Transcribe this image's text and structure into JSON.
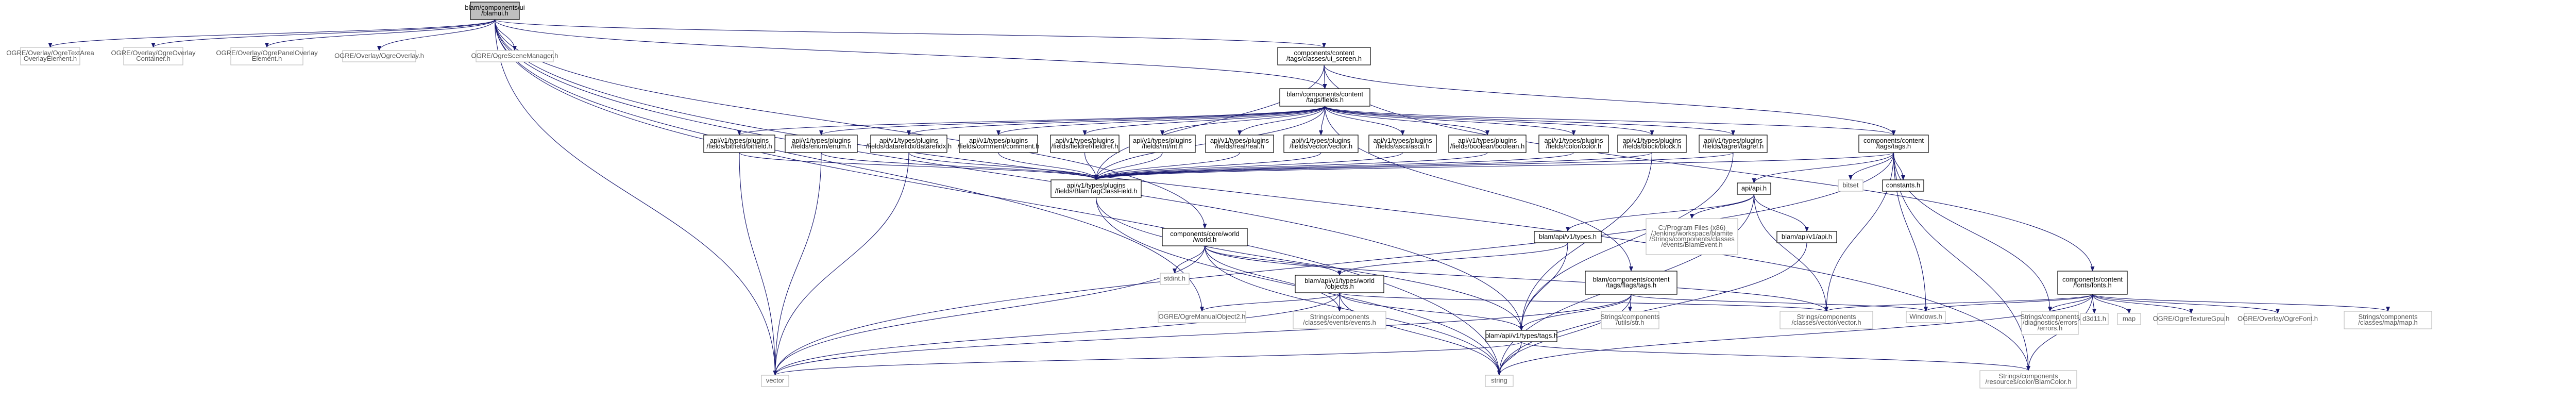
{
  "title": "blam/components/ui/blamui.h",
  "colors": {
    "edge": "#191970",
    "root_fill": "#bfbfbf",
    "gray_border": "#bfbfbf",
    "node_border": "#000000"
  },
  "nodes": [
    {
      "id": "root",
      "lines": [
        "blam/components/ui",
        "/blamui.h"
      ],
      "style": "root"
    },
    {
      "id": "ogre_textarea",
      "lines": [
        "OGRE/Overlay/OgreTextArea",
        "OverlayElement.h"
      ],
      "style": "gray"
    },
    {
      "id": "ogre_container",
      "lines": [
        "OGRE/Overlay/OgreOverlay",
        "Container.h"
      ],
      "style": "gray"
    },
    {
      "id": "ogre_panel",
      "lines": [
        "OGRE/Overlay/OgrePanelOverlay",
        "Element.h"
      ],
      "style": "gray"
    },
    {
      "id": "ogre_overlay",
      "lines": [
        "OGRE/Overlay/OgreOverlay.h"
      ],
      "style": "gray"
    },
    {
      "id": "ogre_scenemgr",
      "lines": [
        "OGRE/OgreSceneManager.h"
      ],
      "style": "gray"
    },
    {
      "id": "ui_screen",
      "lines": [
        "components/content",
        "/tags/classes/ui_screen.h"
      ],
      "style": "black"
    },
    {
      "id": "fields",
      "lines": [
        "blam/components/content",
        "/tags/fields.h"
      ],
      "style": "black"
    },
    {
      "id": "bitfield",
      "lines": [
        "api/v1/types/plugins",
        "/fields/bitfield/bitfield.h"
      ],
      "style": "black"
    },
    {
      "id": "enum",
      "lines": [
        "api/v1/types/plugins",
        "/fields/enum/enum.h"
      ],
      "style": "black"
    },
    {
      "id": "datarefidx",
      "lines": [
        "api/v1/types/plugins",
        "/fields/datarefidx/datarefidx.h"
      ],
      "style": "black"
    },
    {
      "id": "comment",
      "lines": [
        "api/v1/types/plugins",
        "/fields/comment/comment.h"
      ],
      "style": "black"
    },
    {
      "id": "fieldref",
      "lines": [
        "api/v1/types/plugins",
        "/fields/fieldref/fieldref.h"
      ],
      "style": "black"
    },
    {
      "id": "int",
      "lines": [
        "api/v1/types/plugins",
        "/fields/int/int.h"
      ],
      "style": "black"
    },
    {
      "id": "real",
      "lines": [
        "api/v1/types/plugins",
        "/fields/real/real.h"
      ],
      "style": "black"
    },
    {
      "id": "vector",
      "lines": [
        "api/v1/types/plugins",
        "/fields/vector/vector.h"
      ],
      "style": "black"
    },
    {
      "id": "ascii",
      "lines": [
        "api/v1/types/plugins",
        "/fields/ascii/ascii.h"
      ],
      "style": "black"
    },
    {
      "id": "boolean",
      "lines": [
        "api/v1/types/plugins",
        "/fields/boolean/boolean.h"
      ],
      "style": "black"
    },
    {
      "id": "color",
      "lines": [
        "api/v1/types/plugins",
        "/fields/color/color.h"
      ],
      "style": "black"
    },
    {
      "id": "block",
      "lines": [
        "api/v1/types/plugins",
        "/fields/block/block.h"
      ],
      "style": "black"
    },
    {
      "id": "tagref",
      "lines": [
        "api/v1/types/plugins",
        "/fields/tagref/tagref.h"
      ],
      "style": "black"
    },
    {
      "id": "tags_h",
      "lines": [
        "components/content",
        "/tags/tags.h"
      ],
      "style": "black"
    },
    {
      "id": "blamtagclassfield",
      "lines": [
        "api/v1/types/plugins",
        "/fields/BlamTagClassField.h"
      ],
      "style": "black"
    },
    {
      "id": "bitset",
      "lines": [
        "bitset"
      ],
      "style": "gray"
    },
    {
      "id": "constants",
      "lines": [
        "constants.h"
      ],
      "style": "black"
    },
    {
      "id": "api_h",
      "lines": [
        "api/api.h"
      ],
      "style": "black"
    },
    {
      "id": "world",
      "lines": [
        "components/core/world",
        "/world.h"
      ],
      "style": "black"
    },
    {
      "id": "types_h",
      "lines": [
        "blam/api/v1/types.h"
      ],
      "style": "black"
    },
    {
      "id": "blamevent",
      "lines": [
        "C:/Program Files (x86)",
        "/Jenkins/workspace/blamite",
        "/Strings/components/classes",
        "/events/BlamEvent.h"
      ],
      "style": "gray"
    },
    {
      "id": "rtapi",
      "lines": [
        "blam/api/v1/api.h"
      ],
      "style": "black"
    },
    {
      "id": "stdint",
      "lines": [
        "stdint.h"
      ],
      "style": "gray"
    },
    {
      "id": "objects",
      "lines": [
        "blam/api/v1/types/world",
        "/objects.h"
      ],
      "style": "black"
    },
    {
      "id": "taglocs",
      "lines": [
        "blam/components/content",
        "/tags/flags/tags.h"
      ],
      "style": "black"
    },
    {
      "id": "fonts",
      "lines": [
        "components/content",
        "/fonts/fonts.h"
      ],
      "style": "black"
    },
    {
      "id": "manualobj",
      "lines": [
        "OGRE/OgreManualObject2.h"
      ],
      "style": "gray"
    },
    {
      "id": "events",
      "lines": [
        "Strings/components",
        "/classes/events/events.h"
      ],
      "style": "gray"
    },
    {
      "id": "api_tags",
      "lines": [
        "blam/api/v1/types/tags.h"
      ],
      "style": "black"
    },
    {
      "id": "utilstr",
      "lines": [
        "Strings/components",
        "/utils/str.h"
      ],
      "style": "gray"
    },
    {
      "id": "vectorh",
      "lines": [
        "Strings/components",
        "/classes/vector/vector.h"
      ],
      "style": "gray"
    },
    {
      "id": "windows",
      "lines": [
        "Windows.h"
      ],
      "style": "gray"
    },
    {
      "id": "diag",
      "lines": [
        "Strings/components",
        "/diagnostics/errors",
        "/errors.h"
      ],
      "style": "gray"
    },
    {
      "id": "d3d",
      "lines": [
        "d3d11.h"
      ],
      "style": "gray"
    },
    {
      "id": "map",
      "lines": [
        "map"
      ],
      "style": "gray"
    },
    {
      "id": "ogretex",
      "lines": [
        "OGRE/OgreTextureGpu.h"
      ],
      "style": "gray"
    },
    {
      "id": "ogrefont",
      "lines": [
        "OGRE/Overlay/OgreFont.h"
      ],
      "style": "gray"
    },
    {
      "id": "maph",
      "lines": [
        "Strings/components",
        "/classes/map/map.h"
      ],
      "style": "gray"
    },
    {
      "id": "vectorstd",
      "lines": [
        "vector"
      ],
      "style": "gray"
    },
    {
      "id": "string",
      "lines": [
        "string"
      ],
      "style": "gray"
    },
    {
      "id": "blamcolor",
      "lines": [
        "Strings/components",
        "/resources/color/BlamColor.h"
      ],
      "style": "gray"
    }
  ],
  "edges": [
    [
      "root",
      "ogre_textarea"
    ],
    [
      "root",
      "ogre_container"
    ],
    [
      "root",
      "ogre_panel"
    ],
    [
      "root",
      "ogre_overlay"
    ],
    [
      "root",
      "ogre_scenemgr"
    ],
    [
      "root",
      "ui_screen"
    ],
    [
      "root",
      "fields"
    ],
    [
      "root",
      "world"
    ],
    [
      "root",
      "vectorstd"
    ],
    [
      "root",
      "manualobj"
    ],
    [
      "root",
      "blamcolor"
    ],
    [
      "root",
      "api_tags"
    ],
    [
      "root",
      "string"
    ],
    [
      "ui_screen",
      "fields"
    ],
    [
      "ui_screen",
      "tags_h"
    ],
    [
      "ui_screen",
      "fonts"
    ],
    [
      "ui_screen",
      "blamtagclassfield"
    ],
    [
      "fields",
      "bitfield"
    ],
    [
      "fields",
      "enum"
    ],
    [
      "fields",
      "datarefidx"
    ],
    [
      "fields",
      "comment"
    ],
    [
      "fields",
      "fieldref"
    ],
    [
      "fields",
      "int"
    ],
    [
      "fields",
      "real"
    ],
    [
      "fields",
      "vector"
    ],
    [
      "fields",
      "ascii"
    ],
    [
      "fields",
      "boolean"
    ],
    [
      "fields",
      "color"
    ],
    [
      "fields",
      "block"
    ],
    [
      "fields",
      "tagref"
    ],
    [
      "fields",
      "tags_h"
    ],
    [
      "fields",
      "blamtagclassfield"
    ],
    [
      "fields",
      "taglocs"
    ],
    [
      "bitfield",
      "blamtagclassfield"
    ],
    [
      "bitfield",
      "vectorstd"
    ],
    [
      "enum",
      "blamtagclassfield"
    ],
    [
      "enum",
      "vectorstd"
    ],
    [
      "datarefidx",
      "blamtagclassfield"
    ],
    [
      "datarefidx",
      "vectorstd"
    ],
    [
      "comment",
      "blamtagclassfield"
    ],
    [
      "fieldref",
      "blamtagclassfield"
    ],
    [
      "int",
      "blamtagclassfield"
    ],
    [
      "real",
      "blamtagclassfield"
    ],
    [
      "vector",
      "blamtagclassfield"
    ],
    [
      "ascii",
      "blamtagclassfield"
    ],
    [
      "boolean",
      "blamtagclassfield"
    ],
    [
      "color",
      "blamtagclassfield"
    ],
    [
      "block",
      "blamtagclassfield"
    ],
    [
      "block",
      "api_tags"
    ],
    [
      "tagref",
      "blamtagclassfield"
    ],
    [
      "tagref",
      "api_tags"
    ],
    [
      "blamtagclassfield",
      "string"
    ],
    [
      "blamtagclassfield",
      "api_tags"
    ],
    [
      "tags_h",
      "bitset"
    ],
    [
      "tags_h",
      "constants"
    ],
    [
      "tags_h",
      "api_h"
    ],
    [
      "tags_h",
      "windows"
    ],
    [
      "tags_h",
      "diag"
    ],
    [
      "tags_h",
      "vectorh"
    ],
    [
      "tags_h",
      "blamcolor"
    ],
    [
      "tags_h",
      "vectorstd"
    ],
    [
      "tags_h",
      "blamtagclassfield"
    ],
    [
      "api_h",
      "types_h"
    ],
    [
      "api_h",
      "blamevent"
    ],
    [
      "api_h",
      "rtapi"
    ],
    [
      "api_h",
      "string"
    ],
    [
      "api_h",
      "vectorh"
    ],
    [
      "world",
      "stdint"
    ],
    [
      "world",
      "objects"
    ],
    [
      "world",
      "events"
    ],
    [
      "world",
      "vectorstd"
    ],
    [
      "world",
      "string"
    ],
    [
      "world",
      "vectorh"
    ],
    [
      "types_h",
      "objects"
    ],
    [
      "types_h",
      "api_tags"
    ],
    [
      "rtapi",
      "string"
    ],
    [
      "objects",
      "manualobj"
    ],
    [
      "objects",
      "events"
    ],
    [
      "objects",
      "api_tags"
    ],
    [
      "objects",
      "vectorh"
    ],
    [
      "objects",
      "vectorstd"
    ],
    [
      "objects",
      "string"
    ],
    [
      "taglocs",
      "api_tags"
    ],
    [
      "taglocs",
      "utilstr"
    ],
    [
      "taglocs",
      "windows"
    ],
    [
      "taglocs",
      "string"
    ],
    [
      "taglocs",
      "vectorstd"
    ],
    [
      "api_tags",
      "vectorstd"
    ],
    [
      "api_tags",
      "string"
    ],
    [
      "api_tags",
      "blamcolor"
    ],
    [
      "fonts",
      "windows"
    ],
    [
      "fonts",
      "diag"
    ],
    [
      "fonts",
      "d3d"
    ],
    [
      "fonts",
      "map"
    ],
    [
      "fonts",
      "ogretex"
    ],
    [
      "fonts",
      "ogrefont"
    ],
    [
      "fonts",
      "maph"
    ],
    [
      "fonts",
      "vectorh"
    ],
    [
      "fonts",
      "string"
    ],
    [
      "fonts",
      "blamcolor"
    ]
  ]
}
